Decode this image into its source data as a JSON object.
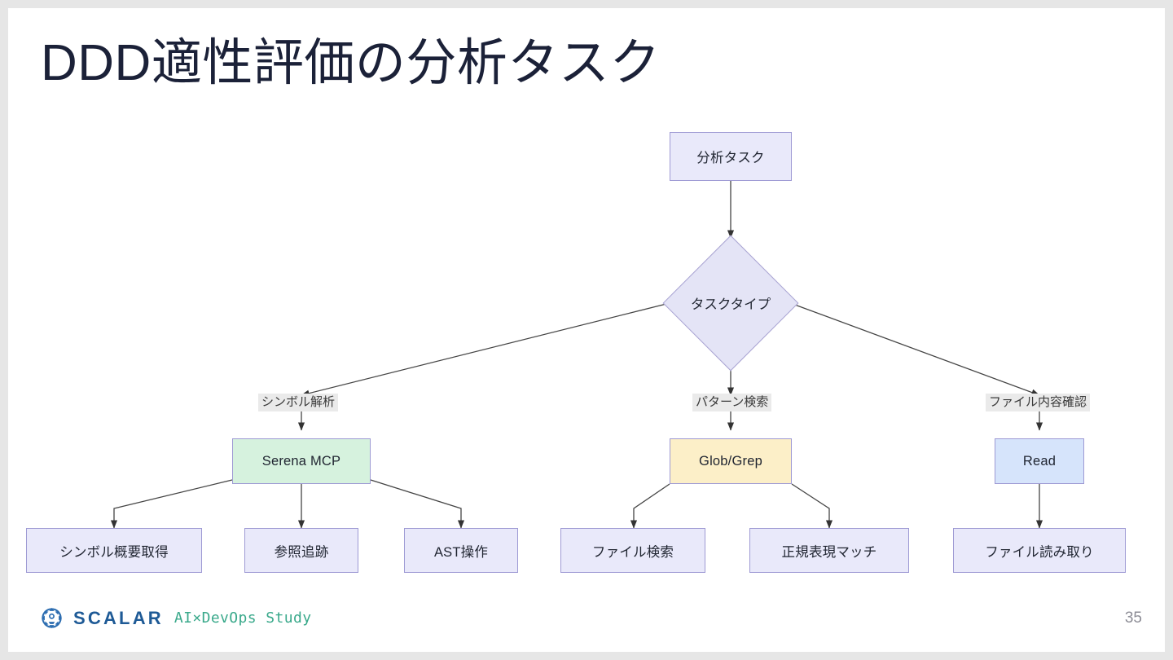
{
  "slide": {
    "title": "DDD適性評価の分析タスク",
    "page_number": "35",
    "background_color": "#ffffff",
    "margin_color": "#e6e6e6"
  },
  "diagram": {
    "type": "flowchart",
    "root": {
      "label": "分析タスク",
      "fill": "#e9e9fa",
      "stroke": "#9e9ad4"
    },
    "decision": {
      "label": "タスクタイプ",
      "fill": "#e4e4f6",
      "stroke": "#a9a3d2"
    },
    "branches": [
      {
        "edge_label": "シンボル解析",
        "tool": {
          "label": "Serena MCP",
          "fill": "#d6f2de"
        },
        "leaves": [
          {
            "label": "シンボル概要取得"
          },
          {
            "label": "参照追跡"
          },
          {
            "label": "AST操作"
          }
        ]
      },
      {
        "edge_label": "パターン検索",
        "tool": {
          "label": "Glob/Grep",
          "fill": "#fcefc8"
        },
        "leaves": [
          {
            "label": "ファイル検索"
          },
          {
            "label": "正規表現マッチ"
          }
        ]
      },
      {
        "edge_label": "ファイル内容確認",
        "tool": {
          "label": "Read",
          "fill": "#d6e4fb"
        },
        "leaves": [
          {
            "label": "ファイル読み取り"
          }
        ]
      }
    ]
  },
  "footer": {
    "logo_icon": "scalar-gear-logo-icon",
    "brand": "SCALAR",
    "tagline": "AI×DevOps Study",
    "brand_color": "#1e5a96",
    "tagline_color": "#3aa98b"
  }
}
